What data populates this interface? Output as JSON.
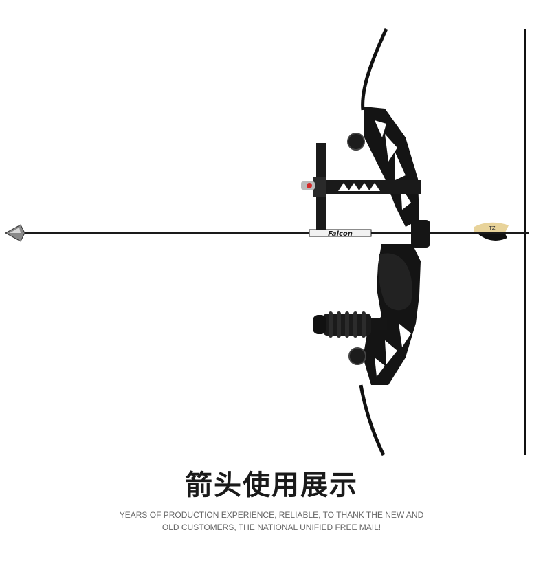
{
  "caption": {
    "title": "箭头使用展示",
    "subtitle": "YEARS OF PRODUCTION EXPERIENCE, RELIABLE, TO THANK THE NEW AND OLD CUSTOMERS, THE NATIONAL UNIFIED FREE MAIL!"
  },
  "photo": {
    "arrow_shaft_text": "Falcon",
    "fletching_text": "TZ"
  },
  "colors": {
    "bow": "#111111",
    "background": "#ffffff",
    "fletching": "#e8d39a",
    "sight_pin": "#d62a2a",
    "caption_text": "#1a1a1a",
    "subtitle_text": "#666666"
  }
}
